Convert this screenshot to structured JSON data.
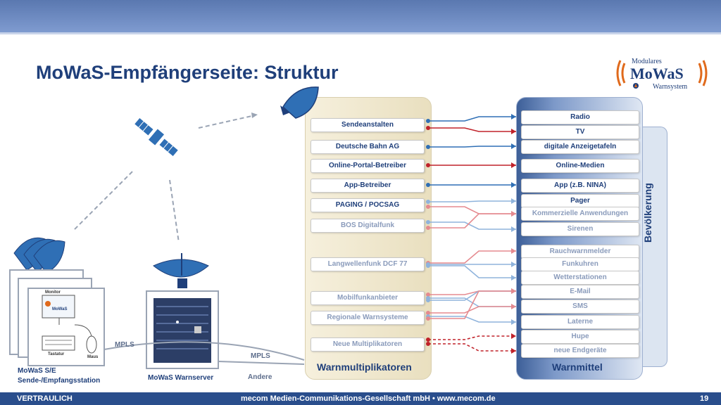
{
  "header": {
    "title": "MoWaS-Empfängerseite: Struktur"
  },
  "logo": {
    "line1": "Modulares",
    "brand": "MoWaS",
    "line3": "Warnsystem"
  },
  "multiplikatoren": {
    "footer_label": "Warnmultiplikatoren",
    "items": [
      {
        "label": "Sendeanstalten"
      },
      {
        "label": "Deutsche Bahn AG"
      },
      {
        "label": "Online-Portal-Betreiber"
      },
      {
        "label": "App-Betreiber"
      },
      {
        "label": "PAGING / POCSAG"
      },
      {
        "label": "BOS Digitalfunk"
      },
      {
        "label": "Langwellenfunk DCF 77"
      },
      {
        "label": "Mobilfunkanbieter"
      },
      {
        "label": "Regionale Warnsysteme"
      },
      {
        "label": "Neue Multiplikatoren"
      }
    ]
  },
  "warnmittel": {
    "footer_label": "Warnmittel",
    "items": [
      {
        "label": "Radio"
      },
      {
        "label": "TV"
      },
      {
        "label": "digitale Anzeigetafeln"
      },
      {
        "label": "Online-Medien"
      },
      {
        "label": "App (z.B. NINA)"
      },
      {
        "label": "Pager"
      },
      {
        "label": "Kommerzielle Anwendungen"
      },
      {
        "label": "Sirenen"
      },
      {
        "label": "Rauchwarnmelder"
      },
      {
        "label": "Funkuhren"
      },
      {
        "label": "Wetterstationen"
      },
      {
        "label": "E-Mail"
      },
      {
        "label": "SMS"
      },
      {
        "label": "Laterne"
      },
      {
        "label": "Hupe"
      },
      {
        "label": "neue Endgeräte"
      }
    ]
  },
  "bevoelkerung": {
    "label": "Bevölkerung"
  },
  "left": {
    "station_caption_1": "MoWaS S/E",
    "station_caption_2": "Sende-/Empfangsstation",
    "server_caption": "MoWaS Warnserver",
    "mpls_left": "MPLS",
    "mpls_right": "MPLS",
    "andere": "Andere",
    "monitor_label": "Monitor",
    "keyboard_label": "Tastatur",
    "mouse_label": "Maus",
    "screen_brand": "MoWaS"
  },
  "footer": {
    "left": "VERTRAULICH",
    "center": "mecom Medien-Communikations-Gesellschaft mbH • www.mecom.de",
    "page": "19"
  },
  "colors": {
    "blue": "#2f6fb5",
    "red": "#c0222a",
    "dark_text": "#1f3f7a"
  }
}
